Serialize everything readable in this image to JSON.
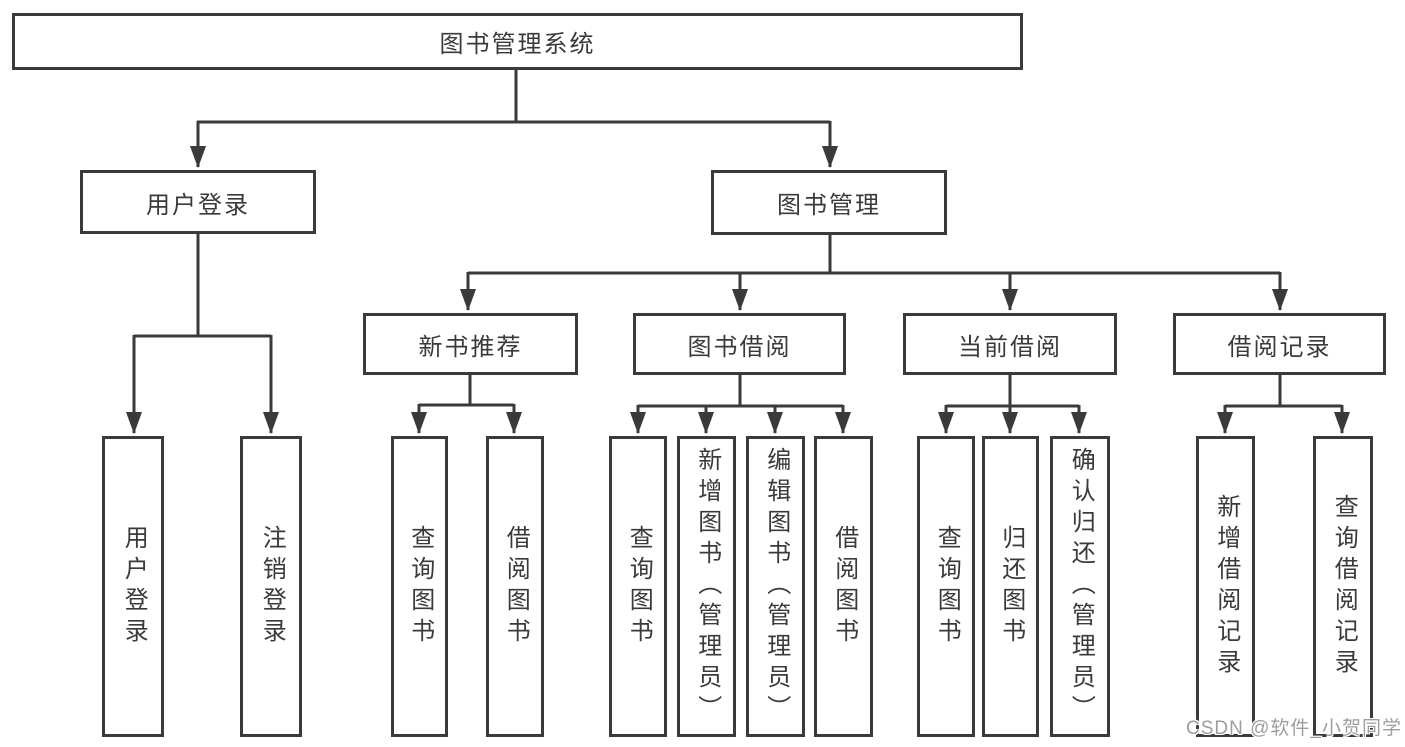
{
  "tree": {
    "label": "图书管理系统",
    "children": [
      {
        "label": "用户登录",
        "children": [
          {
            "label": "用户登录"
          },
          {
            "label": "注销登录"
          }
        ]
      },
      {
        "label": "图书管理",
        "children": [
          {
            "label": "新书推荐",
            "children": [
              {
                "label": "查询图书"
              },
              {
                "label": "借阅图书"
              }
            ]
          },
          {
            "label": "图书借阅",
            "children": [
              {
                "label": "查询图书"
              },
              {
                "label": "新增图书（管理员）"
              },
              {
                "label": "编辑图书（管理员）"
              },
              {
                "label": "借阅图书"
              }
            ]
          },
          {
            "label": "当前借阅",
            "children": [
              {
                "label": "查询图书"
              },
              {
                "label": "归还图书"
              },
              {
                "label": "确认归还（管理员）"
              }
            ]
          },
          {
            "label": "借阅记录",
            "children": [
              {
                "label": "新增借阅记录"
              },
              {
                "label": "查询借阅记录"
              }
            ]
          }
        ]
      }
    ]
  },
  "watermark": "CSDN @软件_小贺同学",
  "colors": {
    "line": "#3a3a3a",
    "text": "#3a3a3a",
    "box_fill": "#ffffff",
    "background": "#ffffff",
    "watermark": "#9e9e9e"
  }
}
